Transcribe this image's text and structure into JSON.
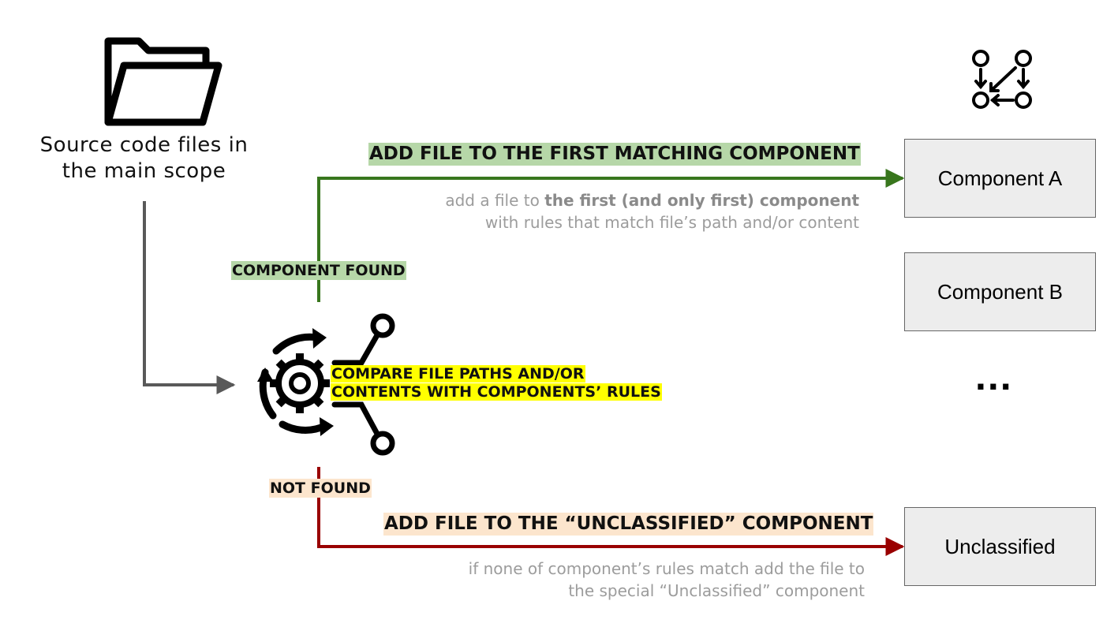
{
  "source": {
    "label_line1": "Source code files in",
    "label_line2": "the main scope",
    "icon": "folder-icon"
  },
  "processor": {
    "icon": "gear-cycle-icon",
    "label_line1": "COMPARE  FILE PATHS AND/OR",
    "label_line2": "CONTENTS WITH COMPONENTS’ RULES"
  },
  "found_branch": {
    "label": "COMPONENT FOUND",
    "title": "ADD FILE TO THE FIRST MATCHING COMPONENT",
    "desc_line1_prefix": "add a file to ",
    "desc_line1_bold": "the first (and only first) component",
    "desc_line2": "with rules that match file’s path and/or content",
    "color": "#38761d"
  },
  "notfound_branch": {
    "label": "NOT FOUND",
    "title": "ADD FILE TO THE “UNCLASSIFIED” COMPONENT",
    "desc_line1": "if none of component’s rules match add the file to",
    "desc_line2": "the special “Unclassified” component",
    "color": "#990000"
  },
  "components": {
    "a": "Component A",
    "b": "Component B",
    "ellipsis": "...",
    "unclassified": "Unclassified"
  },
  "top_right_icon": "workflow-icon",
  "colors": {
    "green_highlight": "#b6d7a8",
    "peach_highlight": "#fce5cd",
    "yellow_highlight": "#ffff00",
    "grey_arrow": "#595959",
    "box_fill": "#ededed"
  }
}
